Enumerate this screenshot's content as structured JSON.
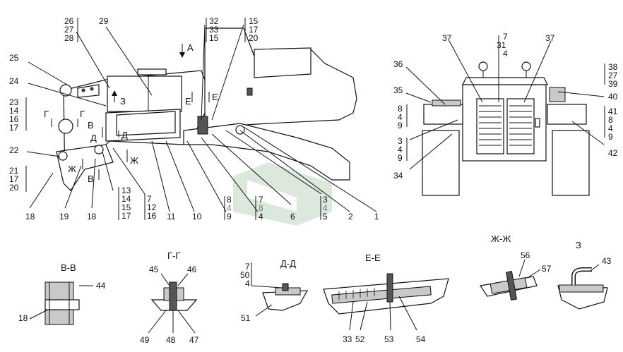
{
  "callouts_main": [
    "25",
    "24",
    "23",
    "14",
    "16",
    "17",
    "22",
    "21",
    "17",
    "20",
    "18",
    "19",
    "18",
    "29",
    "26",
    "27",
    "28",
    "32",
    "33",
    "15",
    "15",
    "17",
    "20",
    "13",
    "14",
    "15",
    "17",
    "7",
    "12",
    "16",
    "11",
    "10",
    "9",
    "8",
    "4",
    "7",
    "4",
    "8",
    "6",
    "3",
    "4",
    "5",
    "2",
    "1"
  ],
  "section_markers": {
    "a": "А",
    "z": "З",
    "g1": "Г",
    "g2": "Г",
    "v1": "В",
    "v2": "В",
    "d1": "Д",
    "d2": "Д",
    "zh1": "Ж",
    "zh2": "Ж",
    "e1": "Е",
    "e2": "Е"
  },
  "rear_view_callouts": [
    "37",
    "7",
    "31",
    "4",
    "37",
    "36",
    "35",
    "8",
    "4",
    "9",
    "3",
    "4",
    "9",
    "34",
    "38",
    "27",
    "39",
    "40",
    "41",
    "8",
    "4",
    "9",
    "42"
  ],
  "sections": [
    {
      "title": "В-В",
      "callouts": [
        "44",
        "18"
      ]
    },
    {
      "title": "Г-Г",
      "callouts": [
        "45",
        "46",
        "49",
        "48",
        "47"
      ]
    },
    {
      "title": "Д-Д",
      "callouts": [
        "7",
        "50",
        "4",
        "51"
      ]
    },
    {
      "title": "Е-Е",
      "callouts": [
        "33",
        "52",
        "53",
        "54"
      ]
    },
    {
      "title": "Ж-Ж",
      "callouts": [
        "56",
        "57"
      ]
    },
    {
      "title": "З",
      "callouts": [
        "43"
      ]
    }
  ],
  "icons": [
    "watermark-logo-icon"
  ]
}
